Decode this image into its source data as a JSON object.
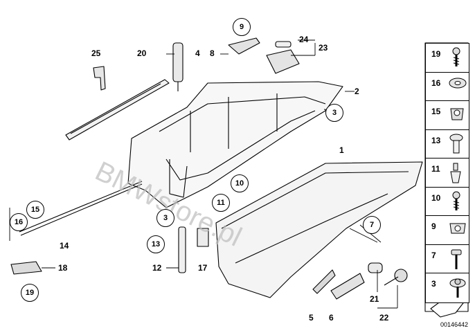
{
  "watermark": "BMWstore.pl",
  "document_number": "00146442",
  "parts": {
    "p1": "1",
    "p2": "2",
    "p3a": "3",
    "p3b": "3",
    "p4": "4",
    "p5": "5",
    "p6": "6",
    "p7": "7",
    "p8": "8",
    "p9": "9",
    "p10": "10",
    "p11": "11",
    "p12": "12",
    "p13": "13",
    "p14": "14",
    "p15": "15",
    "p16": "16",
    "p17": "17",
    "p18": "18",
    "p19": "19",
    "p20": "20",
    "p21": "21",
    "p22": "22",
    "p23": "23",
    "p24": "24",
    "p25": "25"
  },
  "side_panel": [
    {
      "number": "19",
      "icon": "screw-icon",
      "circled": false
    },
    {
      "number": "16",
      "icon": "washer-icon",
      "circled": false
    },
    {
      "number": "15",
      "icon": "clip-nut-icon",
      "circled": false
    },
    {
      "number": "13",
      "icon": "expanding-rivet-icon",
      "circled": false
    },
    {
      "number": "11",
      "icon": "plug-icon",
      "circled": false
    },
    {
      "number": "10",
      "icon": "screw-icon",
      "circled": false
    },
    {
      "number": "9",
      "icon": "sheet-nut-icon",
      "circled": false
    },
    {
      "number": "7",
      "icon": "bolt-icon",
      "circled": false
    },
    {
      "number": "3",
      "icon": "washer-screw-icon",
      "circled": false
    }
  ]
}
